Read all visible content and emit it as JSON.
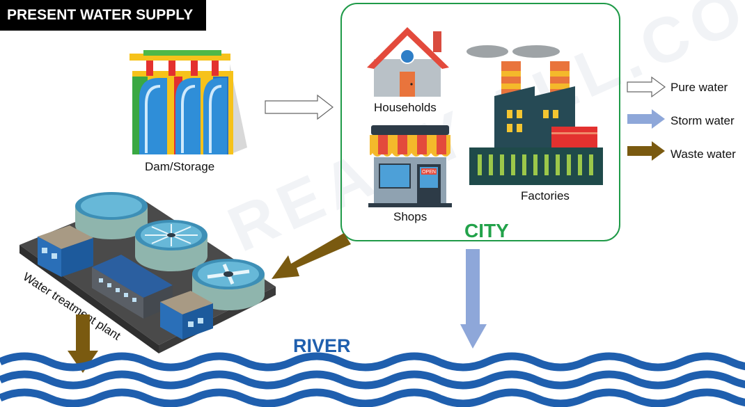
{
  "title": "PRESENT WATER SUPPLY",
  "watermark": "SS READY ALL.COM",
  "labels": {
    "dam": "Dam/Storage",
    "households": "Households",
    "factories": "Factories",
    "shops": "Shops",
    "city": "CITY",
    "treatment_plant": "Water treatment plant",
    "river": "RIVER",
    "shop_sign": "OPEN"
  },
  "legend": [
    {
      "label": "Pure water",
      "color": "#ffffff"
    },
    {
      "label": "Storm water",
      "color": "#8ea7d9"
    },
    {
      "label": "Waste water",
      "color": "#7a5a10"
    }
  ],
  "colors": {
    "city_border": "#1f9a48",
    "river": "#1f5fae",
    "storm_arrow": "#8ea7d9",
    "waste_arrow": "#7a5a10"
  }
}
